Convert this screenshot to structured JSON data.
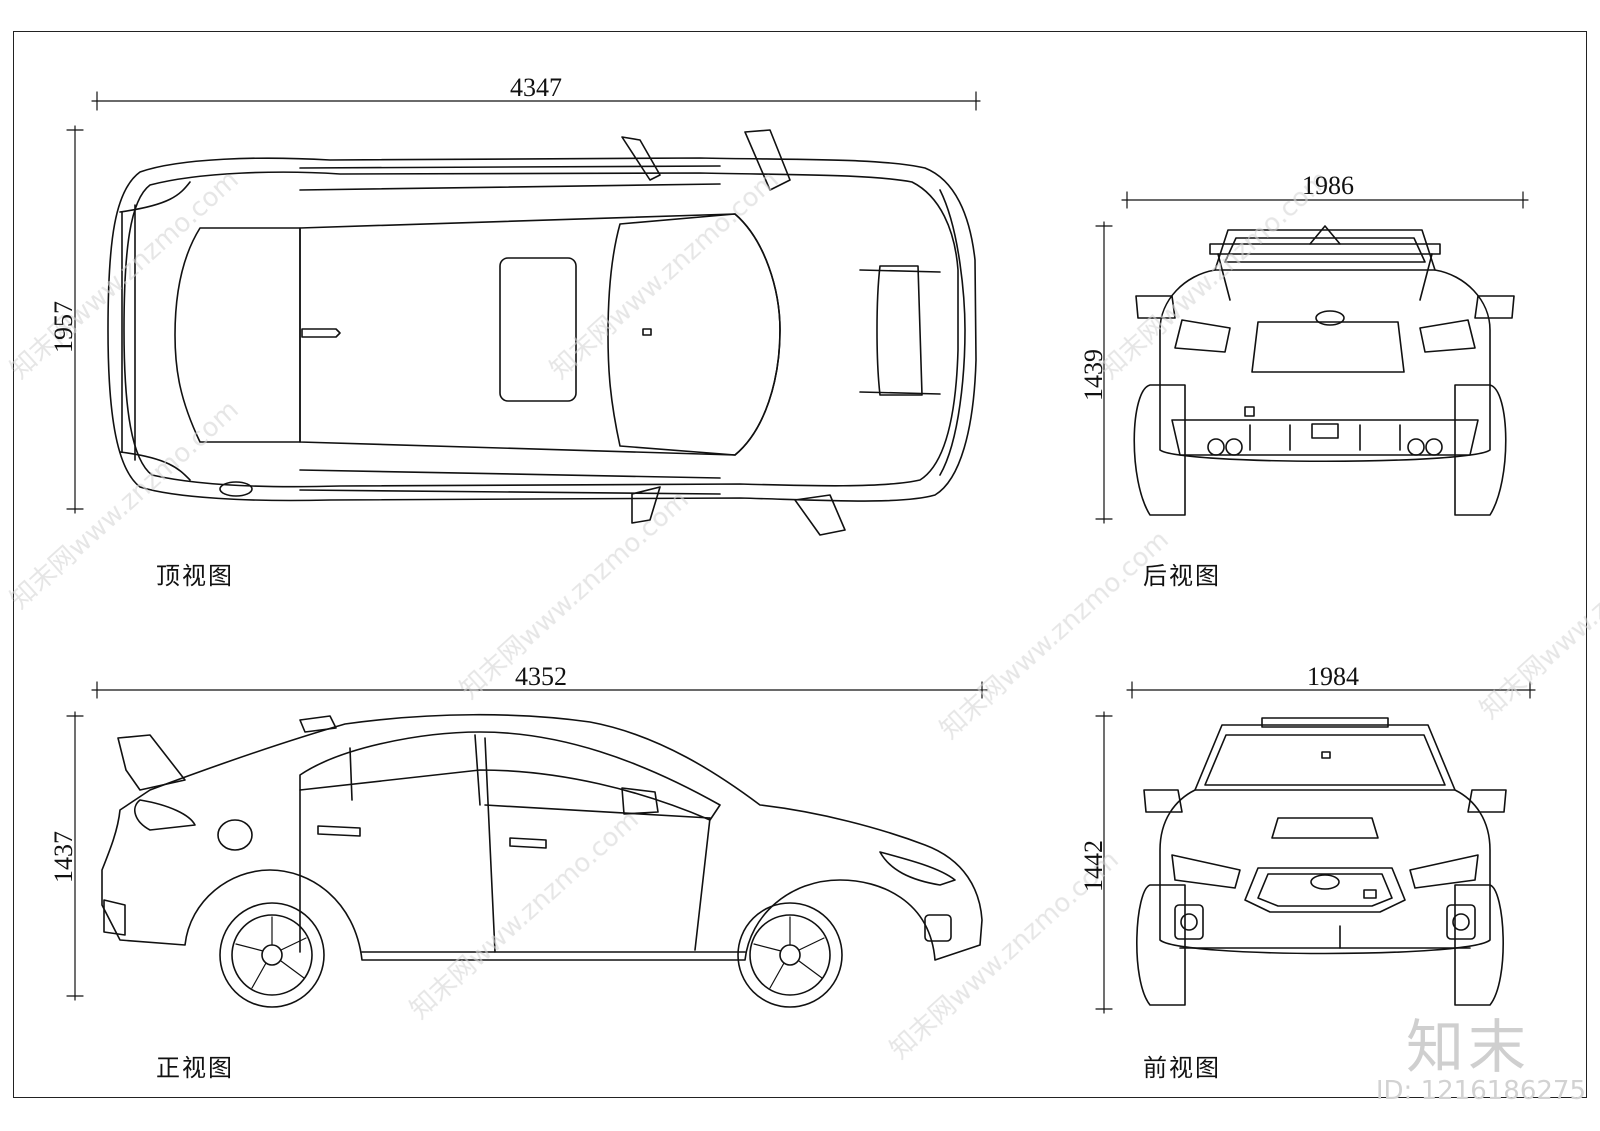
{
  "dimensions": {
    "top_length": "4347",
    "top_width": "1957",
    "rear_width": "1986",
    "rear_height": "1439",
    "side_length": "4352",
    "side_height": "1437",
    "front_width": "1984",
    "front_height": "1442"
  },
  "captions": {
    "top_view": "顶视图",
    "rear_view": "后视图",
    "side_view": "正视图",
    "front_view": "前视图"
  },
  "watermark": {
    "brand": "知末",
    "id": "ID: 1216186275",
    "repeat_text": "知末网www.znzmo.com"
  },
  "colors": {
    "line": "#111111",
    "watermark": "#d4d4d4"
  }
}
